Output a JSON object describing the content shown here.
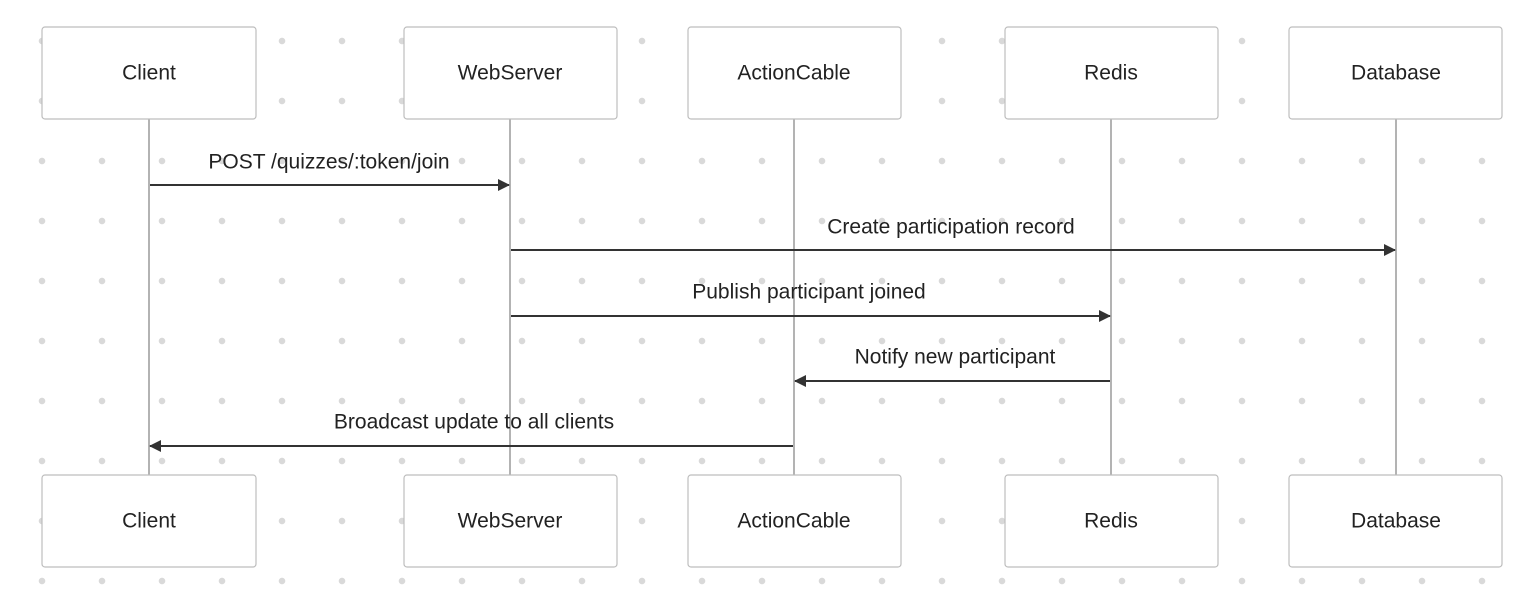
{
  "participants": [
    {
      "id": "client",
      "label": "Client"
    },
    {
      "id": "webserver",
      "label": "WebServer"
    },
    {
      "id": "actioncable",
      "label": "ActionCable"
    },
    {
      "id": "redis",
      "label": "Redis"
    },
    {
      "id": "database",
      "label": "Database"
    }
  ],
  "messages": [
    {
      "from": "client",
      "to": "webserver",
      "label": "POST /quizzes/:token/join"
    },
    {
      "from": "webserver",
      "to": "database",
      "label": "Create participation record"
    },
    {
      "from": "webserver",
      "to": "redis",
      "label": "Publish participant joined"
    },
    {
      "from": "redis",
      "to": "actioncable",
      "label": "Notify new participant"
    },
    {
      "from": "actioncable",
      "to": "client",
      "label": "Broadcast update to all clients"
    }
  ]
}
